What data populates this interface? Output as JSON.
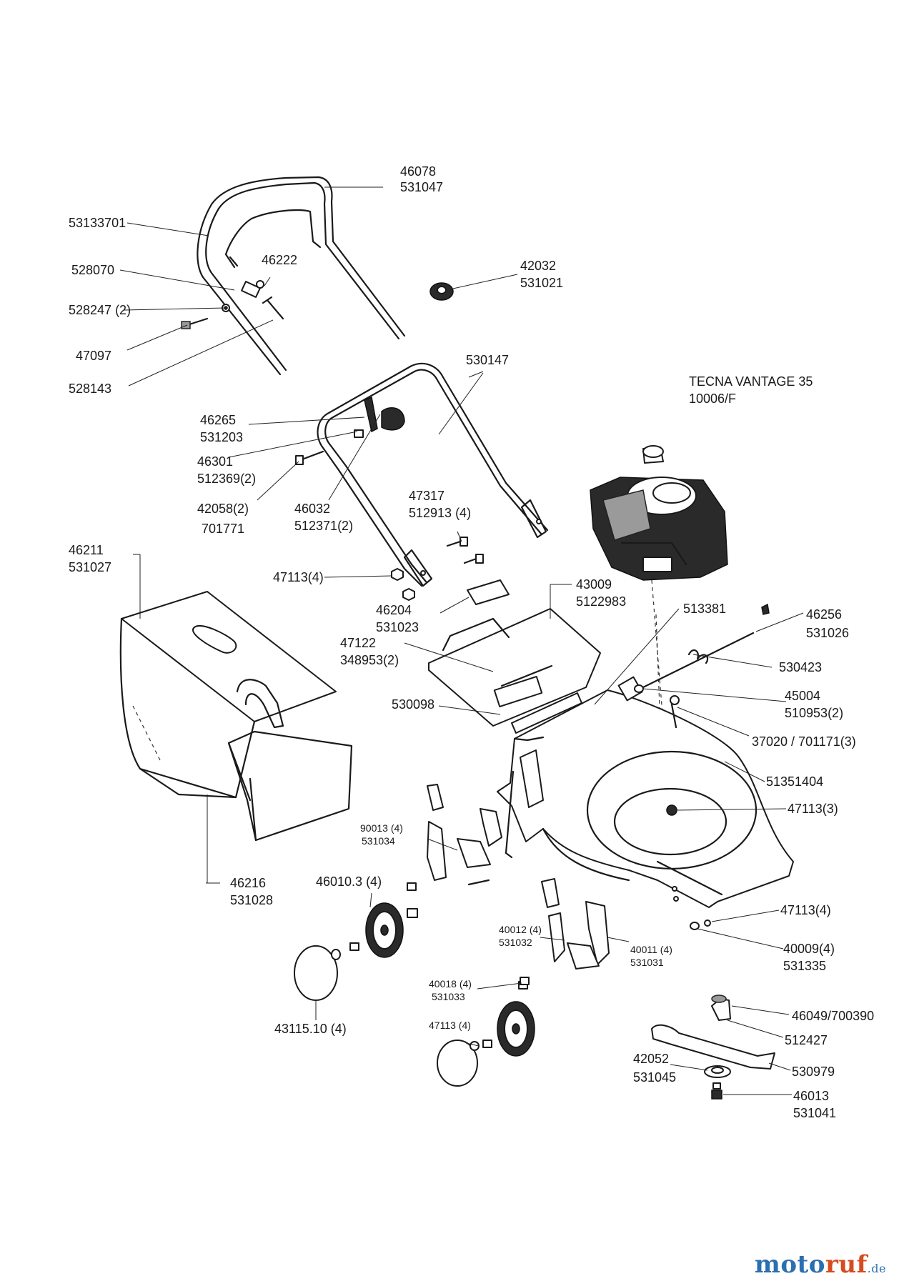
{
  "diagram": {
    "callouts": {
      "c46078": "46078",
      "c531047": "531047",
      "c53133701": "53133701",
      "c528070": "528070",
      "c46222": "46222",
      "c528247": "528247 (2)",
      "c47097": "47097",
      "c528143": "528143",
      "c42032": "42032",
      "c531021": "531021",
      "c530147": "530147",
      "c46265": "46265",
      "c531203": "531203",
      "c46301": "46301",
      "c512369": "512369(2)",
      "c42058": "42058(2)",
      "c701771": "701771",
      "c46032": "46032",
      "c512371": "512371(2)",
      "c47317": "47317",
      "c512913": "512913 (4)",
      "c47113a": "47113(4)",
      "c46211": "46211",
      "c531027": "531027",
      "c46204": "46204",
      "c531023": "531023",
      "c47122": "47122",
      "c348953": "348953(2)",
      "c43009": "43009",
      "c5122983": "5122983",
      "c513381": "513381",
      "c46256": "46256",
      "c531026": "531026",
      "c530423": "530423",
      "c45004": "45004",
      "c510953": "510953(2)",
      "c37020": "37020 / 701171(3)",
      "c530098": "530098",
      "c51351404": "51351404",
      "c47113b": "47113(3)",
      "c90013": "90013 (4)",
      "c531034": "531034",
      "c46010": "46010.3 (4)",
      "c46216": "46216",
      "c531028": "531028",
      "c47113c": "47113(4)",
      "c40012": "40012 (4)",
      "c531032": "531032",
      "c40011": "40011 (4)",
      "c531031": "531031",
      "c40009": "40009(4)",
      "c531335": "531335",
      "c40018": "40018 (4)",
      "c531033": "531033",
      "c43115": "43115.10 (4)",
      "c47113d": "47113 (4)",
      "c46049": "46049/700390",
      "c512427": "512427",
      "c42052": "42052",
      "c531045": "531045",
      "c530979": "530979",
      "c46013": "46013",
      "c531041": "531041"
    },
    "engine": {
      "name": "TECNA VANTAGE 35",
      "code": "10006/F"
    }
  },
  "branding": {
    "part1": "moto",
    "part2": "ruf",
    "part3": ".de"
  }
}
